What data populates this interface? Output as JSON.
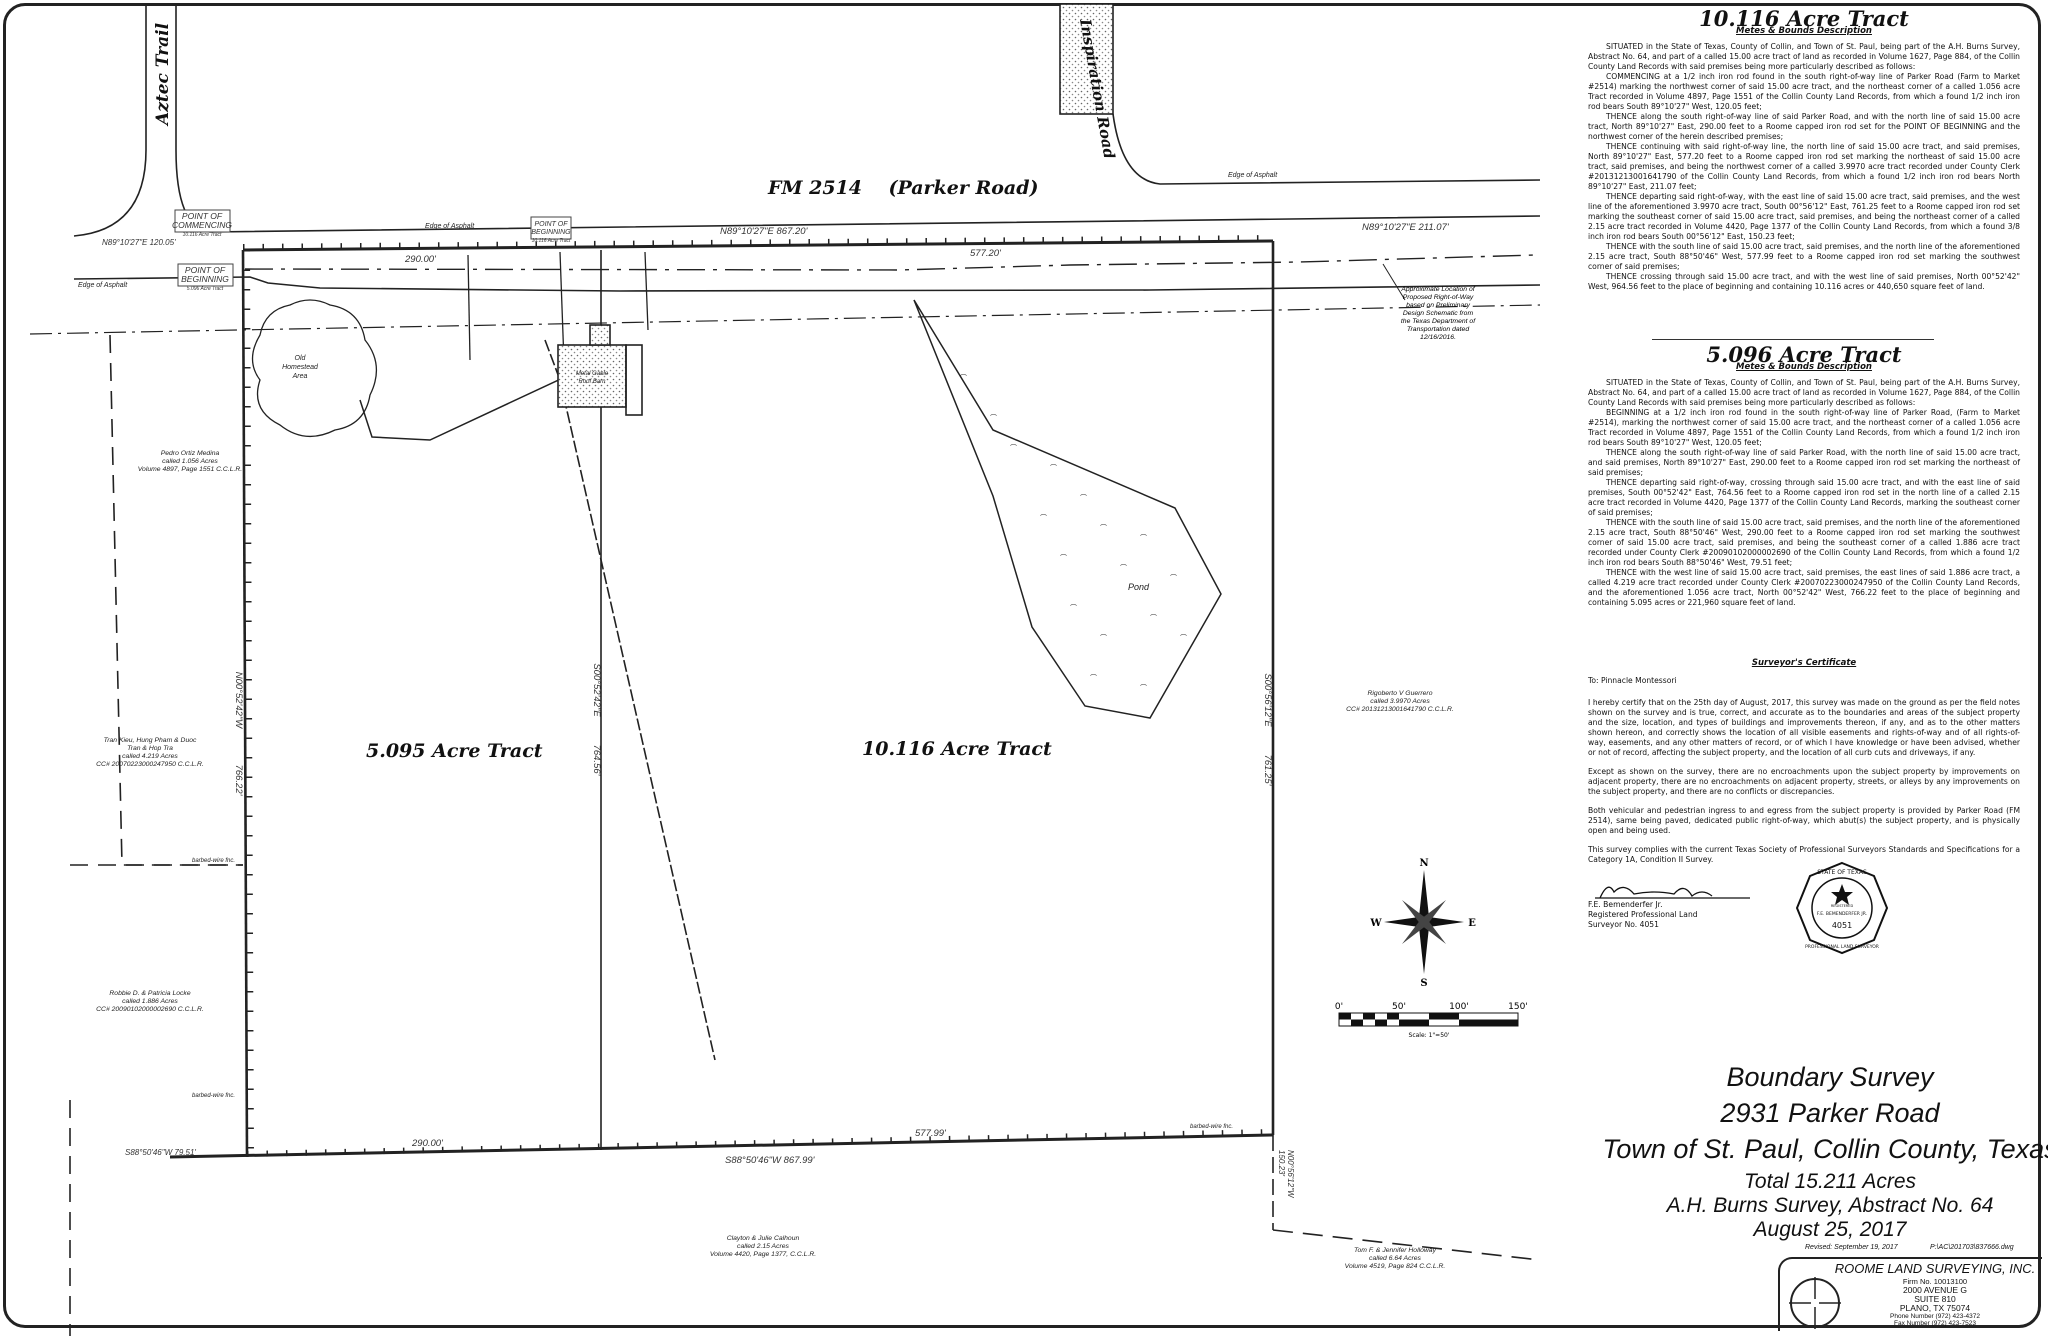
{
  "plat": {
    "road_aztec": "Aztec Trail",
    "road_inspiration": "Inspiration Road",
    "road_fm": "FM 2514    (Parker Road)",
    "edge_of_asphalt": "Edge of Asphalt",
    "point_commencing": [
      "POINT OF",
      "COMMENCING",
      "10.116 Acre Tract"
    ],
    "point_beginning_left": [
      "POINT OF",
      "BEGINNING",
      "5.096 Acre Tract"
    ],
    "point_beginning_mid": [
      "POINT OF",
      "BEGINNING",
      "10.116 Acre Tract"
    ],
    "bearings": {
      "north_total": "N89°10'27\"E  867.20'",
      "north_east_seg": "577.20'",
      "north_west_seg": "290.00'",
      "north_ext_east": "N89°10'27\"E  211.07'",
      "north_ext_west": "N89°10'27\"E  120.05'",
      "west_line": "N00°52'42\"W",
      "west_dist": "766.22'",
      "mid_line": "S00°52'42\"E",
      "mid_dist": "764.56'",
      "east_line": "S00°56'12\"E",
      "east_dist": "761.25'",
      "south_total": "S88°50'46\"W  867.99'",
      "south_east_seg": "577.99'",
      "south_west_seg": "290.00'",
      "south_ext_west": "S88°50'46\"W  79.51'",
      "south_ext_east": "N00°56'12\"W",
      "south_ext_east_dist": "150.23'"
    },
    "tract_5": "5.095 Acre Tract",
    "tract_10": "10.116 Acre Tract",
    "pond": "Pond",
    "homestead": [
      "Old",
      "Homestead",
      "Area"
    ],
    "barn": [
      "Metal Gable",
      "Roof Barn"
    ],
    "fence_label": "barbed-wire fnc.",
    "row_note": [
      "Approximate Location of",
      "Proposed Right-of-Way",
      "based on Preliminary",
      "Design Schematic from",
      "the Texas Department of",
      "Transportation dated",
      "12/16/2016."
    ],
    "owners": {
      "pedro": [
        "Pedro Ortiz Medina",
        "called 1.056 Acres",
        "Volume 4897, Page 1551 C.C.L.R."
      ],
      "tran": [
        "Tran Kieu, Hung Pham & Duoc",
        "Tran & Hop Tra",
        "called 4.219 Acres",
        "CC# 20070223000247950 C.C.L.R."
      ],
      "robbie": [
        "Robbie D. & Patricia Locke",
        "called 1.886 Acres",
        "CC# 20090102000002690 C.C.L.R."
      ],
      "rigoberto": [
        "Rigoberto V Guerrero",
        "called 3.9970 Acres",
        "CC# 20131213001641790 C.C.L.R."
      ],
      "clayton": [
        "Clayton & Julie Calhoun",
        "called 2.15 Acres",
        "Volume 4420, Page 1377, C.C.L.R."
      ],
      "tom": [
        "Tom F. & Jennifer Holloway",
        "called 6.64 Acres",
        "Volume 4519, Page 824 C.C.L.R."
      ]
    },
    "compass": {
      "n": "N",
      "s": "S",
      "e": "E",
      "w": "W"
    },
    "scale_ticks": [
      "0'",
      "50'",
      "100'",
      "150'"
    ],
    "scale_label": "Scale: 1\"=50'"
  },
  "tract10": {
    "title": "10.116 Acre Tract",
    "subtitle": "Metes & Bounds Description",
    "paragraphs": [
      "SITUATED in the State of Texas, County of Collin, and Town of St. Paul, being part of the A.H. Burns Survey, Abstract No. 64, and part of a called 15.00 acre tract of land as recorded in Volume 1627, Page 884, of the Collin County Land Records with said premises being more particularly described as follows:",
      "COMMENCING at a 1/2 inch iron rod found in the south right-of-way line of Parker Road (Farm to Market #2514) marking the northwest corner of said 15.00 acre tract, and the northeast corner of a called 1.056 acre Tract recorded in Volume 4897, Page 1551 of the Collin County Land Records, from which a found 1/2 inch iron rod bears South 89°10'27\" West, 120.05 feet;",
      "THENCE along the south right-of-way line of said Parker Road, and with the north line of said 15.00 acre tract, North 89°10'27\" East, 290.00 feet to a Roome capped iron rod set for the POINT OF BEGINNING and the northwest corner of the herein described premises;",
      "THENCE continuing with said right-of-way line, the north line of said 15.00 acre tract, and said premises, North 89°10'27\" East, 577.20 feet to a Roome capped iron rod set marking the northeast of said 15.00 acre tract, said premises, and being the northwest corner of a called 3.9970 acre tract recorded under County Clerk #20131213001641790 of the Collin County Land Records, from which a found 1/2 inch iron rod bears North 89°10'27\" East, 211.07 feet;",
      "THENCE departing said right-of-way, with the east line of said 15.00 acre tract, said premises, and the west line of the aforementioned 3.9970 acre tract, South 00°56'12\" East, 761.25 feet to a Roome capped iron rod set marking the southeast corner of said 15.00 acre tract, said premises, and being the northeast corner of a called 2.15 acre tract recorded in Volume 4420, Page 1377 of the Collin County Land Records, from which a found 3/8 inch iron rod bears South 00°56'12\" East, 150.23 feet;",
      "THENCE with the south line of said 15.00 acre tract, said premises, and the north line of the aforementioned 2.15 acre tract, South 88°50'46\" West, 577.99 feet to a Roome capped iron rod set marking the southwest corner of said premises;",
      "THENCE crossing through said 15.00 acre tract, and with the west line of said premises, North 00°52'42\" West, 964.56 feet to the place of beginning and containing 10.116 acres or 440,650 square feet of land."
    ]
  },
  "tract5": {
    "title": "5.096 Acre Tract",
    "subtitle": "Metes & Bounds Description",
    "paragraphs": [
      "SITUATED in the State of Texas, County of Collin, and Town of St. Paul, being part of the A.H. Burns Survey, Abstract No. 64, and part of a called 15.00 acre tract of land as recorded in Volume 1627, Page 884, of the Collin County Land Records with said premises being more particularly described as follows:",
      "BEGINNING at a 1/2 inch iron rod found in the south right-of-way line of Parker Road, (Farm to Market #2514), marking the northwest corner of said 15.00 acre tract, and the northeast corner of a called 1.056 acre Tract recorded in Volume 4897, Page 1551 of the Collin County Land Records, from which a found 1/2 inch iron rod bears South 89°10'27\" West, 120.05 feet;",
      "THENCE along the south right-of-way line of said Parker Road, with the north line of said 15.00 acre tract, and said premises, North 89°10'27\" East, 290.00 feet to a Roome capped iron rod set marking the northeast of said premises;",
      "THENCE departing said right-of-way, crossing through said 15.00 acre tract, and with the east line of said premises, South 00°52'42\" East, 764.56 feet to a Roome capped iron rod set in the north line of a called 2.15 acre tract recorded in Volume 4420, Page 1377 of the Collin County Land Records, marking the southeast corner of said premises;",
      "THENCE with the south line of said 15.00 acre tract, said premises, and the north line of the aforementioned 2.15 acre tract, South 88°50'46\" West, 290.00 feet to a Roome capped iron rod set marking the southwest corner of said 15.00 acre tract, said premises, and being the southeast corner of a called 1.886 acre tract recorded under County Clerk #20090102000002690 of the Collin County Land Records, from which a found 1/2 inch iron rod bears South 88°50'46\" West, 79.51 feet;",
      "THENCE with the west line of said 15.00 acre tract, said premises, the east lines of said 1.886 acre tract, a called 4.219 acre tract recorded under County Clerk #20070223000247950 of the Collin County Land Records, and the aforementioned 1.056 acre tract, North 00°52'42\" West, 766.22 feet to the place of beginning and containing 5.095 acres or 221,960 square feet of land."
    ]
  },
  "certificate": {
    "title": "Surveyor's Certificate",
    "to": "To:  Pinnacle Montessori",
    "paragraphs": [
      "I hereby certify that on the 25th day of August, 2017, this survey was made on the ground as per the field notes shown on the survey and is true, correct, and accurate as to the boundaries and areas of the subject property and the size, location, and types of buildings and improvements thereon, if any, and as to the other matters shown hereon, and correctly shows the location of all visible easements and rights-of-way and of all rights-of-way, easements, and any other matters of record, or of which I have knowledge or have been advised, whether or not of record, affecting the subject property, and the location of all curb cuts and driveways, if any.",
      "Except as shown on the survey, there are no encroachments upon the subject property by improvements on adjacent property, there are no encroachments on adjacent property, streets, or alleys by any improvements on the subject property, and there are no conflicts or discrepancies.",
      "Both vehicular and pedestrian ingress to and egress from the subject property is provided by Parker Road (FM 2514), same being paved, dedicated public right-of-way, which abut(s) the subject property, and is physically open and being used.",
      "This survey complies with the current Texas Society of Professional Surveyors Standards and Specifications for a Category 1A, Condition II Survey."
    ],
    "signer": [
      "F.E. Bemenderfer Jr.",
      "Registered Professional Land",
      "Surveyor No. 4051"
    ],
    "seal": {
      "top": "STATE OF TEXAS",
      "registered": "REGISTERED",
      "name": "F.E. BEMENDERFER JR.",
      "number": "4051",
      "bottom": "PROFESSIONAL LAND SURVEYOR"
    }
  },
  "title_block": {
    "line1": "Boundary Survey",
    "line2": "2931 Parker Road",
    "line3": "Town of St. Paul, Collin County, Texas",
    "line4": "Total 15.211 Acres",
    "line5": "A.H. Burns Survey, Abstract No. 64",
    "line6": "August 25, 2017",
    "revised": "Revised: September 19, 2017",
    "file": "P:\\AC\\201703\\837666.dwg"
  },
  "company": {
    "name": "ROOME LAND SURVEYING, INC.",
    "firm": "Firm No. 10013100",
    "address1": "2000 AVENUE G",
    "address2": "SUITE 810",
    "city": "PLANO, TX  75074",
    "phone": "Phone Number  (972) 423-4372",
    "fax": "Fax Number  (972) 423-7523"
  }
}
